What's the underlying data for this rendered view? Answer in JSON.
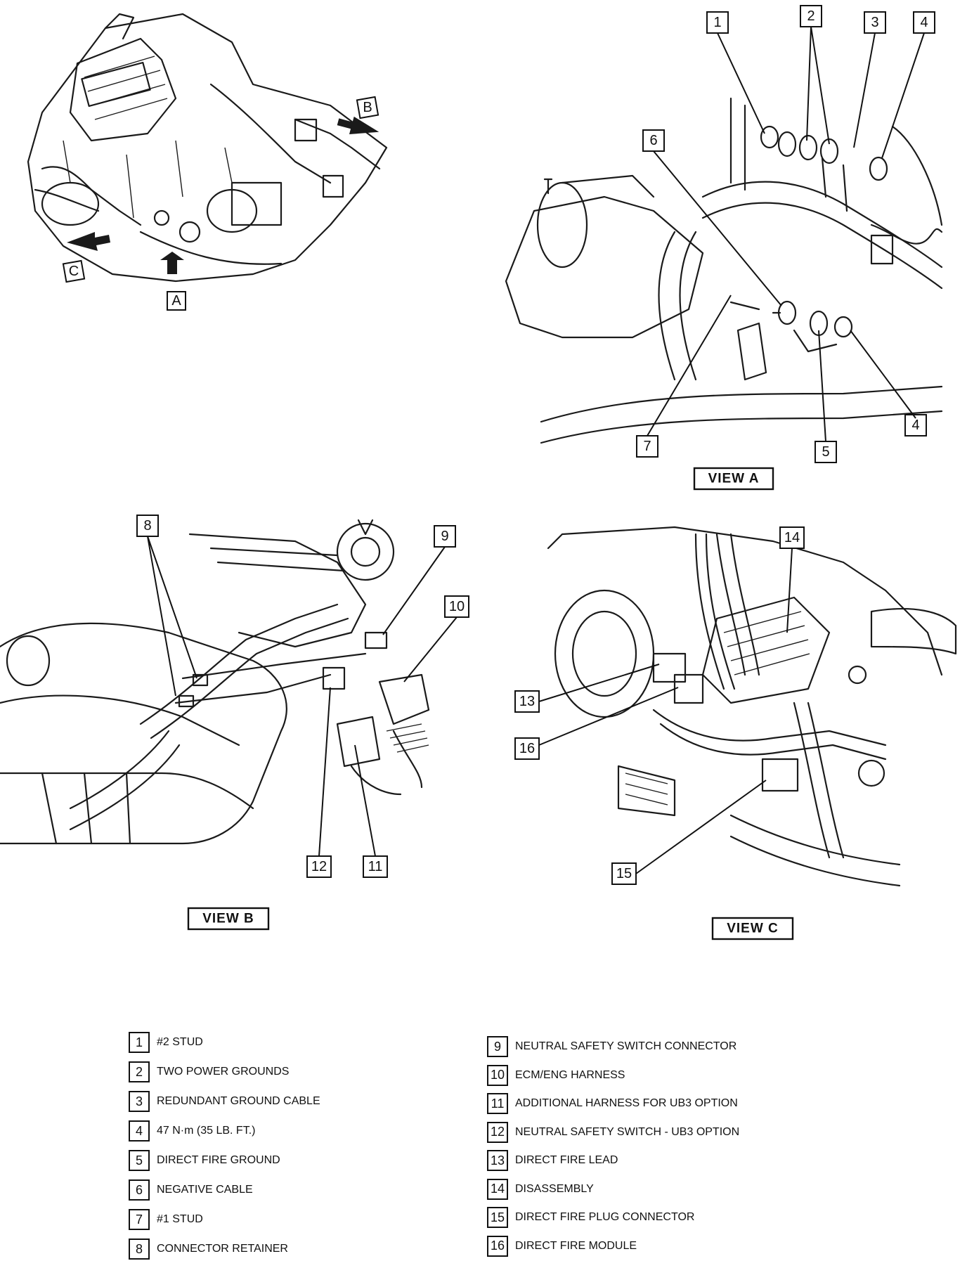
{
  "views": {
    "overview_labels": [
      "B",
      "C",
      "A"
    ],
    "view_a": {
      "caption": "VIEW A",
      "callouts": [
        "1",
        "2",
        "3",
        "4",
        "6",
        "7",
        "5",
        "4"
      ]
    },
    "view_b": {
      "caption": "VIEW B",
      "callouts": [
        "8",
        "9",
        "10",
        "12",
        "11"
      ]
    },
    "view_c": {
      "caption": "VIEW C",
      "callouts": [
        "14",
        "13",
        "16",
        "15"
      ]
    }
  },
  "legend": {
    "left": [
      {
        "num": "1",
        "text": "#2 STUD"
      },
      {
        "num": "2",
        "text": "TWO POWER GROUNDS"
      },
      {
        "num": "3",
        "text": "REDUNDANT GROUND CABLE"
      },
      {
        "num": "4",
        "text": "47 N·m (35 LB. FT.)"
      },
      {
        "num": "5",
        "text": "DIRECT FIRE GROUND"
      },
      {
        "num": "6",
        "text": "NEGATIVE CABLE"
      },
      {
        "num": "7",
        "text": "#1 STUD"
      },
      {
        "num": "8",
        "text": "CONNECTOR RETAINER"
      }
    ],
    "right": [
      {
        "num": "9",
        "text": "NEUTRAL SAFETY SWITCH CONNECTOR"
      },
      {
        "num": "10",
        "text": "ECM/ENG HARNESS"
      },
      {
        "num": "11",
        "text": "ADDITIONAL HARNESS FOR UB3 OPTION"
      },
      {
        "num": "12",
        "text": "NEUTRAL SAFETY SWITCH - UB3 OPTION"
      },
      {
        "num": "13",
        "text": "DIRECT FIRE LEAD"
      },
      {
        "num": "14",
        "text": "DISASSEMBLY"
      },
      {
        "num": "15",
        "text": "DIRECT FIRE PLUG CONNECTOR"
      },
      {
        "num": "16",
        "text": "DIRECT FIRE MODULE"
      }
    ]
  }
}
